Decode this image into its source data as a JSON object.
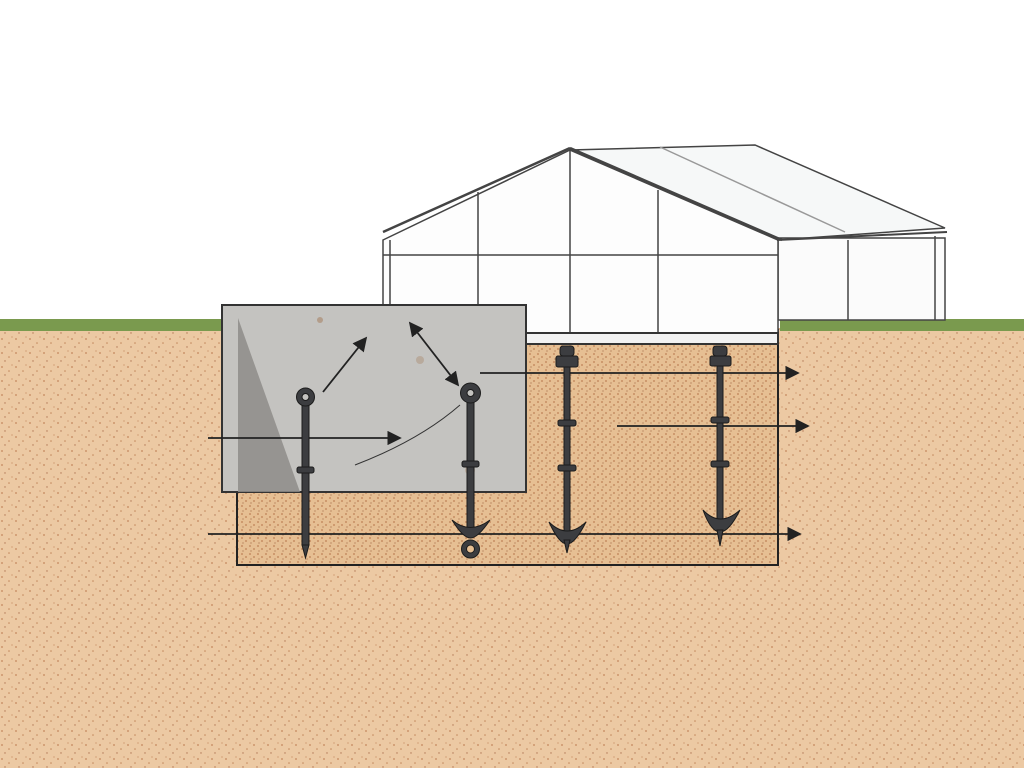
{
  "colors": {
    "sky": "#ffffff",
    "grass": "#7a9a4e",
    "soil": "#ecc9a3",
    "soil_dots": "#b8764a",
    "trench_soil": "#e6bf93",
    "concrete": "#c4c3c0",
    "concrete_shadow": "#8e8c88",
    "steel": "#3c3d40",
    "line": "#222222"
  },
  "anchors": [
    {
      "type": "eye-bolt spike"
    },
    {
      "type": "eye-bolt helix with ring"
    },
    {
      "type": "helical pile"
    },
    {
      "type": "helical pile"
    }
  ]
}
